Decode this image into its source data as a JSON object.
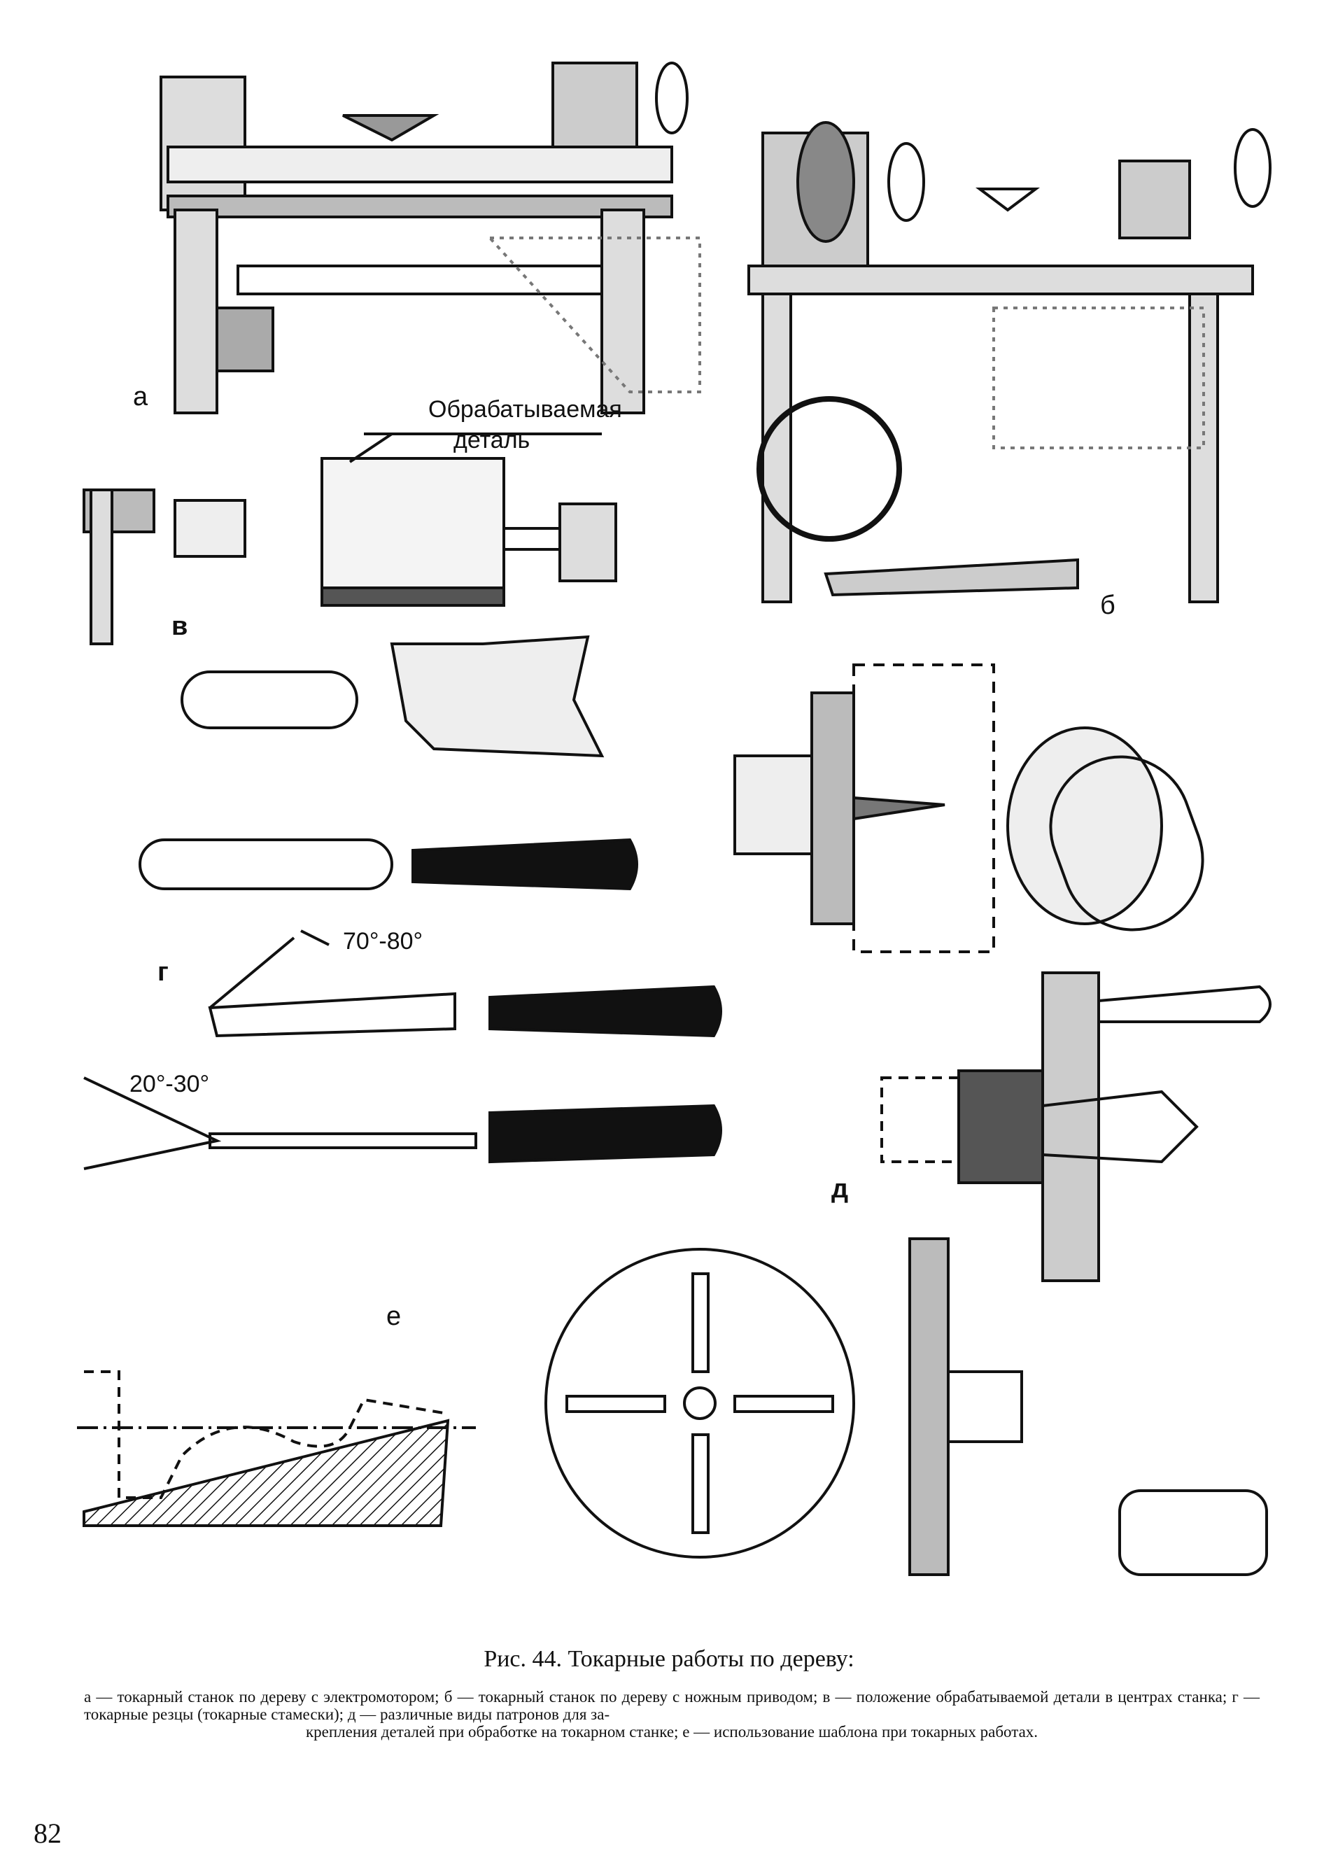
{
  "labels": {
    "a": "а",
    "b": "б",
    "v": "в",
    "g": "г",
    "d": "д",
    "e": "е",
    "workpiece_line1": "Обрабатываемая",
    "workpiece_line2": "деталь",
    "angle_1": "70°-80°",
    "angle_2": "20°-30°"
  },
  "caption": {
    "title": "Рис. 44. Токарные работы по дереву:",
    "body_main": "а — токарный станок по дереву с электромотором; б — токарный станок по дереву с ножным приводом; в — положение обрабатываемой детали в центрах станка; г — токарные резцы (токарные стамески); д — различные виды патронов для за-",
    "body_last": "крепления деталей при обработке на токарном станке; е — использование шаблона при токарных работах."
  },
  "page_number": "82"
}
